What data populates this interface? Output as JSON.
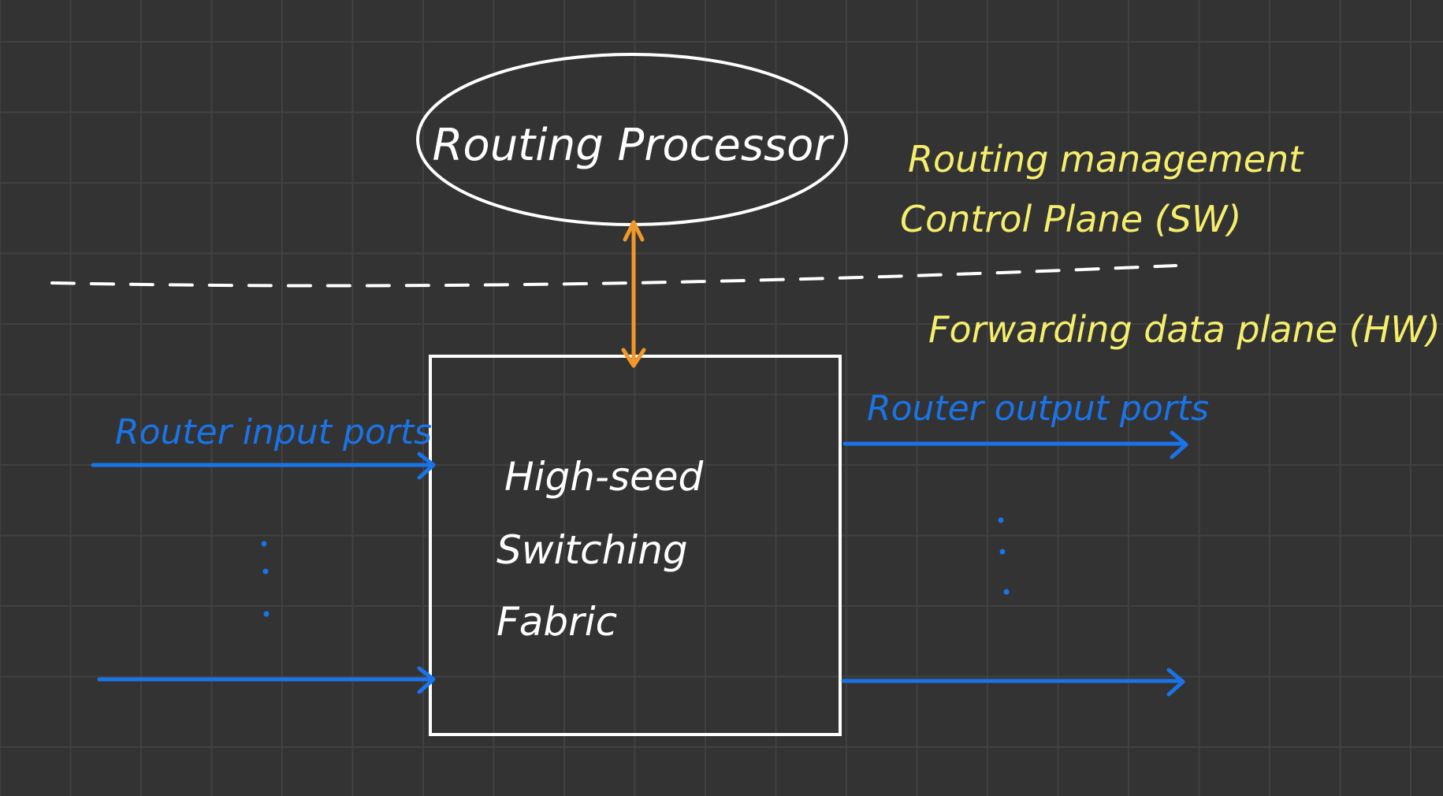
{
  "processor": {
    "label": "Routing Processor"
  },
  "control_plane": {
    "line1": "Routing management",
    "line2": "Control Plane (SW)"
  },
  "data_plane": {
    "label": "Forwarding data plane (HW)"
  },
  "fabric": {
    "line1": "High-seed",
    "line2": "Switching",
    "line3": "Fabric"
  },
  "inputs": {
    "label": "Router input ports"
  },
  "outputs": {
    "label": "Router output ports"
  },
  "colors": {
    "background": "#333333",
    "grid": "#414141",
    "shape_stroke": "#ffffff",
    "annotation_yellow": "#f5ee6c",
    "port_blue": "#1a74e8",
    "link_orange": "#f0982a"
  },
  "icons": {
    "bidirectional_arrow": "orange-double-arrow",
    "port_arrow": "blue-right-arrow",
    "ellipsis": "vertical-dots"
  }
}
